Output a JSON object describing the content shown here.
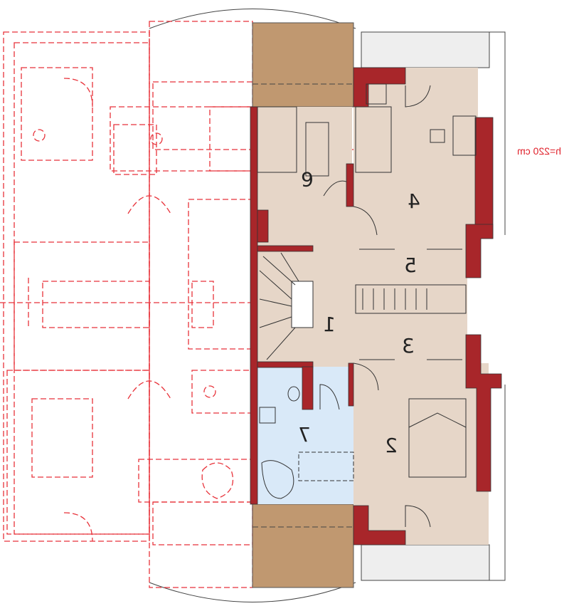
{
  "plan": {
    "ceiling_height_label": "h=220 cm",
    "rooms": [
      {
        "number": "1"
      },
      {
        "number": "2"
      },
      {
        "number": "3"
      },
      {
        "number": "4"
      },
      {
        "number": "5"
      },
      {
        "number": "6"
      },
      {
        "number": "7"
      }
    ]
  },
  "colors": {
    "wall": "#a8262a",
    "room_floor": "#e6d6c8",
    "bathroom_floor": "#d9e9f8",
    "roof_terrace": "#c09870",
    "ghost_outline": "#e8323a",
    "balcony": "#eeeeee"
  }
}
